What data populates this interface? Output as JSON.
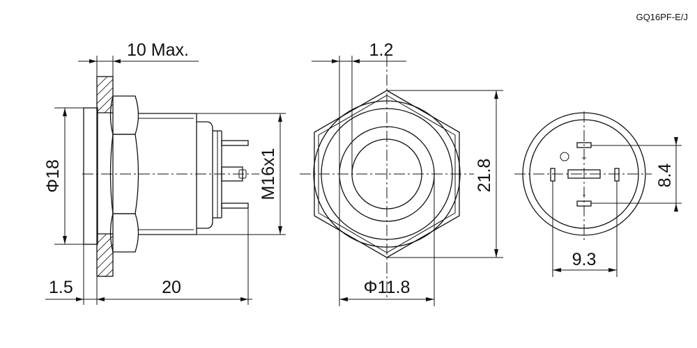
{
  "model_code": "GQ16PF-E/J",
  "side_view": {
    "overall_length_max": "10 Max.",
    "body_diameter": "Φ18",
    "thread": "M16x1",
    "flange_thickness": "1.5",
    "body_length": "20"
  },
  "front_view": {
    "ring_width": "1.2",
    "hex_across_corners": "21.8",
    "button_diameter": "Φ11.8"
  },
  "rear_view": {
    "pin_vertical_spacing": "8.4",
    "pin_horizontal_spacing": "9.3",
    "led_plus": "+",
    "led_minus": "-"
  }
}
